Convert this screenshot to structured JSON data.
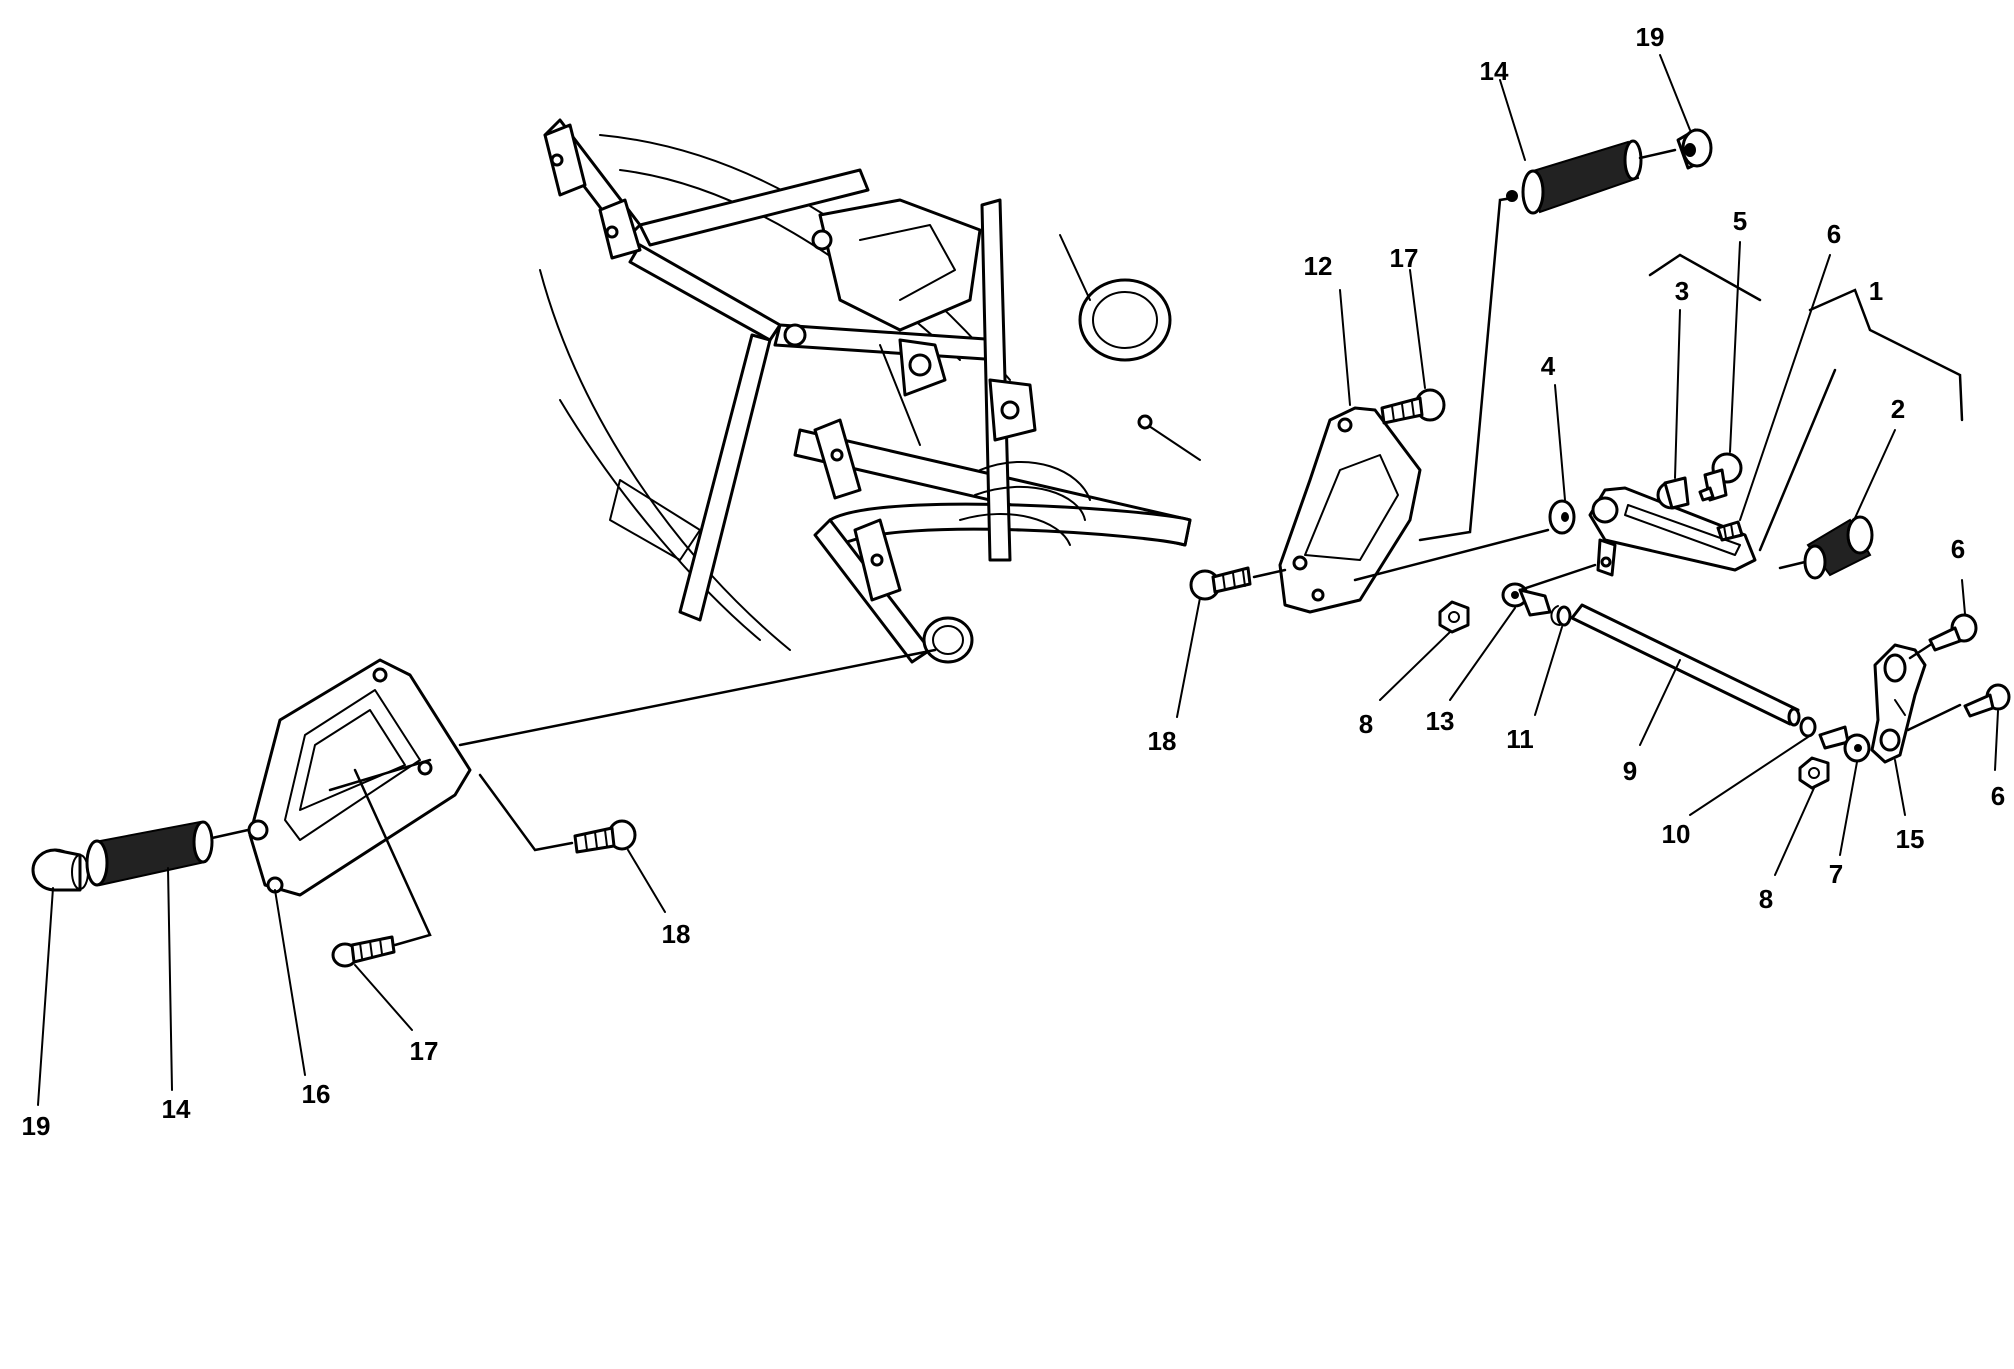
{
  "callouts": [
    {
      "id": "c19a",
      "text": "19"
    },
    {
      "id": "c14a",
      "text": "14"
    },
    {
      "id": "c16",
      "text": "16"
    },
    {
      "id": "c17a",
      "text": "17"
    },
    {
      "id": "c18a",
      "text": "18"
    },
    {
      "id": "c14b",
      "text": "14"
    },
    {
      "id": "c19b",
      "text": "19"
    },
    {
      "id": "c12",
      "text": "12"
    },
    {
      "id": "c17b",
      "text": "17"
    },
    {
      "id": "c18b",
      "text": "18"
    },
    {
      "id": "c5",
      "text": "5"
    },
    {
      "id": "c6a",
      "text": "6"
    },
    {
      "id": "c1",
      "text": "1"
    },
    {
      "id": "c3",
      "text": "3"
    },
    {
      "id": "c4",
      "text": "4"
    },
    {
      "id": "c2",
      "text": "2"
    },
    {
      "id": "c6b",
      "text": "6"
    },
    {
      "id": "c6c",
      "text": "6"
    },
    {
      "id": "c8a",
      "text": "8"
    },
    {
      "id": "c13",
      "text": "13"
    },
    {
      "id": "c11",
      "text": "11"
    },
    {
      "id": "c9",
      "text": "9"
    },
    {
      "id": "c10",
      "text": "10"
    },
    {
      "id": "c8b",
      "text": "8"
    },
    {
      "id": "c7",
      "text": "7"
    },
    {
      "id": "c15",
      "text": "15"
    }
  ]
}
